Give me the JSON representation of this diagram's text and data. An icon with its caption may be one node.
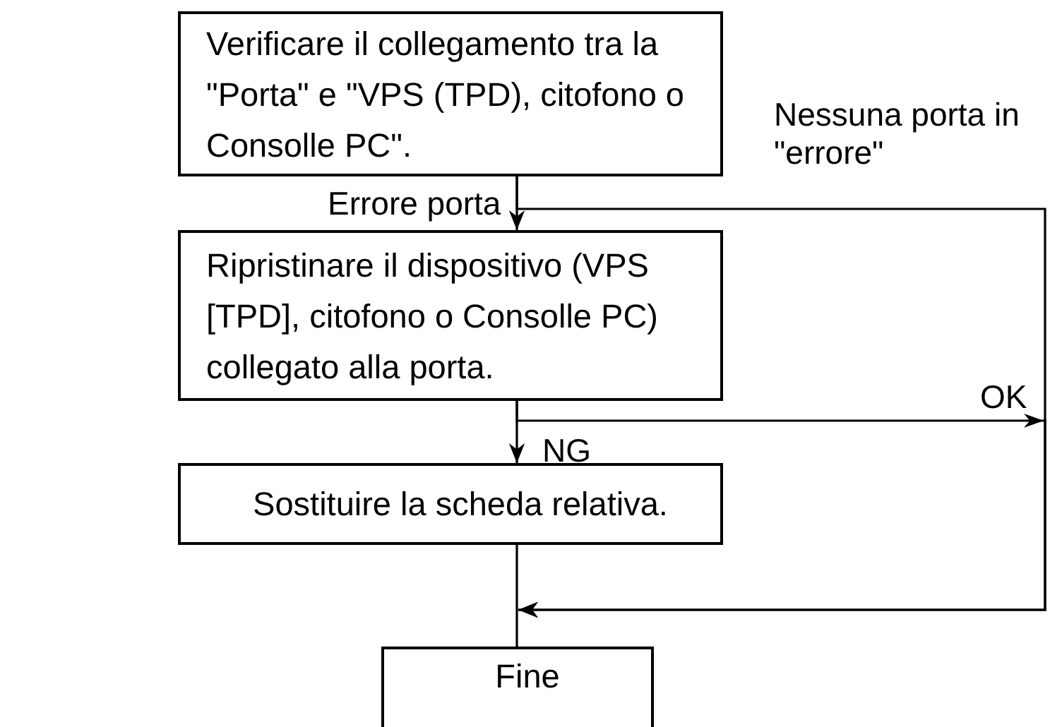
{
  "diagram": {
    "nodes": [
      {
        "text": [
          "Verificare il collegamento tra la \"Porta\" e \"VPS (TPD), citofono o Consolle PC\"."
        ]
      },
      {
        "text": [
          "Ripristinare il dispositivo (VPS [TPD], citofono o Consolle PC) collegato alla porta."
        ]
      },
      {
        "text": [
          "Sostituire la scheda relativa."
        ]
      },
      {
        "text": [
          "Fine"
        ]
      }
    ],
    "edges": [
      {
        "from": 0,
        "to": 1,
        "arrow": "to",
        "label": "Errore porta"
      },
      {
        "from": 0,
        "to": 3,
        "arrow": "to",
        "label": "Nessuna porta in \"errore\""
      },
      {
        "from": 1,
        "to": 2,
        "arrow": "to",
        "label": "NG"
      },
      {
        "from": 1,
        "to": 3,
        "arrow": "to",
        "label": "OK"
      },
      {
        "from": 2,
        "to": 3,
        "arrow": "none"
      }
    ]
  }
}
